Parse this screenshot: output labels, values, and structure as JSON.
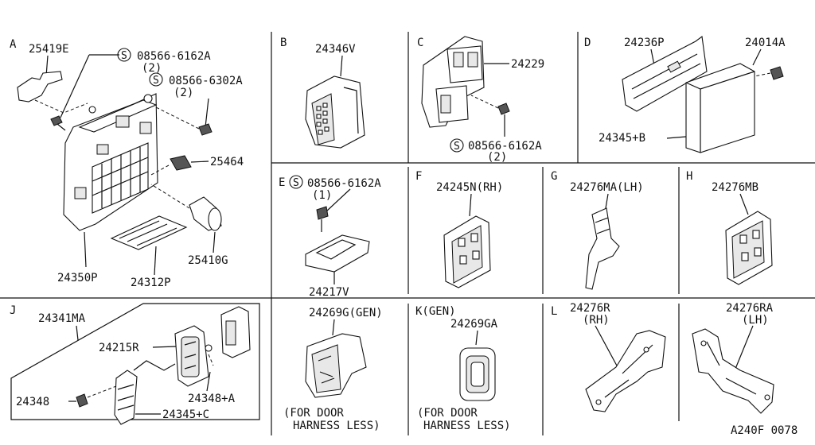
{
  "sections": {
    "A": {
      "letter": "A",
      "parts": [
        "25419E",
        "08566-6162A",
        "(2)",
        "08566-6302A",
        "(2)",
        "25464",
        "25410G",
        "24350P",
        "24312P"
      ]
    },
    "B": {
      "letter": "B",
      "parts": [
        "24346V"
      ]
    },
    "C": {
      "letter": "C",
      "parts": [
        "24229",
        "08566-6162A",
        "(2)"
      ]
    },
    "D": {
      "letter": "D",
      "parts": [
        "24236P",
        "24014A",
        "24345+B"
      ]
    },
    "E": {
      "letter": "E",
      "parts": [
        "08566-6162A",
        "(1)",
        "24217V"
      ]
    },
    "F": {
      "letter": "F",
      "parts": [
        "24245N(RH)"
      ]
    },
    "G": {
      "letter": "G",
      "parts": [
        "24276MA(LH)"
      ]
    },
    "H": {
      "letter": "H",
      "parts": [
        "24276MB"
      ]
    },
    "J": {
      "letter": "J",
      "parts": [
        "24341MA",
        "24215R",
        "24348",
        "24348+A",
        "24345+C"
      ]
    },
    "K1": {
      "parts": [
        "24269G(GEN)"
      ],
      "note": [
        "(FOR DOOR",
        "HARNESS LESS)"
      ]
    },
    "K": {
      "letter": "K(GEN)",
      "parts": [
        "24269GA"
      ],
      "note": [
        "(FOR DOOR",
        "HARNESS LESS)"
      ]
    },
    "L": {
      "letter": "L",
      "parts": [
        "24276R",
        "(RH)",
        "24276RA",
        "(LH)"
      ]
    }
  },
  "screw_symbol": "S",
  "drawing_code": "A240F 0078"
}
